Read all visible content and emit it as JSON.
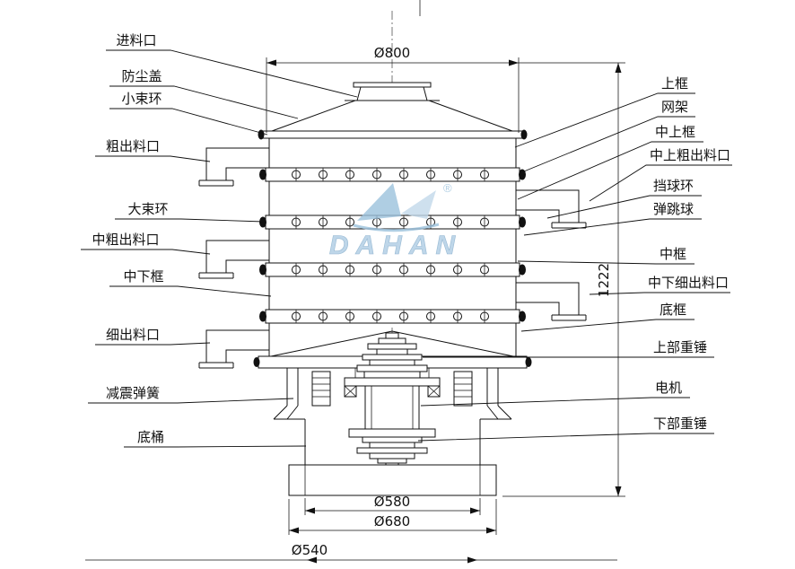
{
  "watermark": {
    "brand": "DAHAN",
    "registered": "®"
  },
  "labels_left": [
    {
      "text": "进料口"
    },
    {
      "text": "防尘盖"
    },
    {
      "text": "小束环"
    },
    {
      "text": "粗出料口"
    },
    {
      "text": "大束环"
    },
    {
      "text": "中粗出料口"
    },
    {
      "text": "中下框"
    },
    {
      "text": "细出料口"
    },
    {
      "text": "减震弹簧"
    },
    {
      "text": "底桶"
    }
  ],
  "labels_right": [
    {
      "text": "上框"
    },
    {
      "text": "网架"
    },
    {
      "text": "中上框"
    },
    {
      "text": "中上粗出料口"
    },
    {
      "text": "挡球环"
    },
    {
      "text": "弹跳球"
    },
    {
      "text": "中框"
    },
    {
      "text": "中下细出料口"
    },
    {
      "text": "底框"
    },
    {
      "text": "上部重锤"
    },
    {
      "text": "电机"
    },
    {
      "text": "下部重锤"
    }
  ],
  "dimensions": {
    "top_diameter": "Ø800",
    "total_height": "1222",
    "barrel_diameter": "Ø580",
    "base_diameter": "Ø680",
    "bottom_diameter": "Ø540"
  }
}
